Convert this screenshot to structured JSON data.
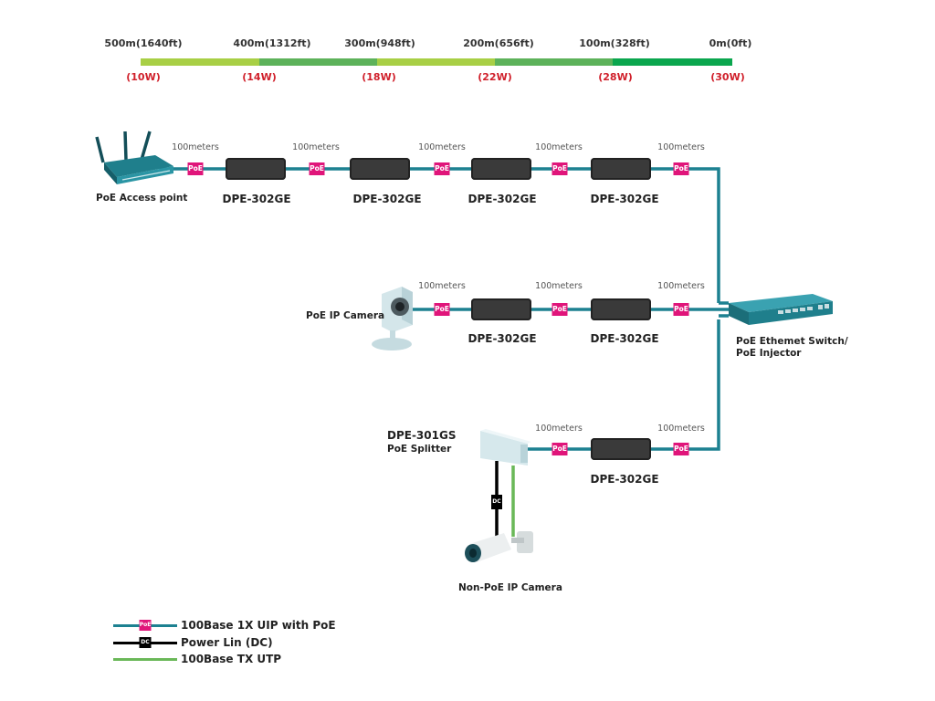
{
  "distance_scale": {
    "points": [
      {
        "distance": "500m(1640ft)",
        "power": "(10W)"
      },
      {
        "distance": "400m(1312ft)",
        "power": "(14W)"
      },
      {
        "distance": "300m(948ft)",
        "power": "(18W)"
      },
      {
        "distance": "200m(656ft)",
        "power": "(22W)"
      },
      {
        "distance": "100m(328ft)",
        "power": "(28W)"
      },
      {
        "distance": "0m(0ft)",
        "power": "(30W)"
      }
    ],
    "segment_colors": [
      "#a8cf45",
      "#5db25a",
      "#a8cf45",
      "#5db25a",
      "#0aa64e"
    ]
  },
  "segment_distance_label": "100meters",
  "poe_badge": "PoE",
  "dc_badge": "DC",
  "colors": {
    "poe_line": "#1d8191",
    "power_line": "#000000",
    "utp_line": "#6ab858",
    "poe_badge": "#e0157a",
    "device_teal": "#1f7f8c"
  },
  "devices": {
    "access_point": "PoE Access point",
    "ip_camera": "PoE IP Camera",
    "switch_line1": "PoE Ethemet Switch/",
    "switch_line2": "PoE Injector",
    "splitter_model": "DPE-301GS",
    "splitter_name": "PoE Splitter",
    "non_poe_camera": "Non-PoE IP Camera",
    "extender": "DPE-302GE"
  },
  "legend": {
    "items": [
      {
        "label": "100Base 1X UIP with PoE",
        "badge": "PoE",
        "line": "poe"
      },
      {
        "label": "Power Lin (DC)",
        "badge": "DC",
        "line": "power"
      },
      {
        "label": "100Base TX UTP",
        "badge": "",
        "line": "utp"
      }
    ]
  }
}
